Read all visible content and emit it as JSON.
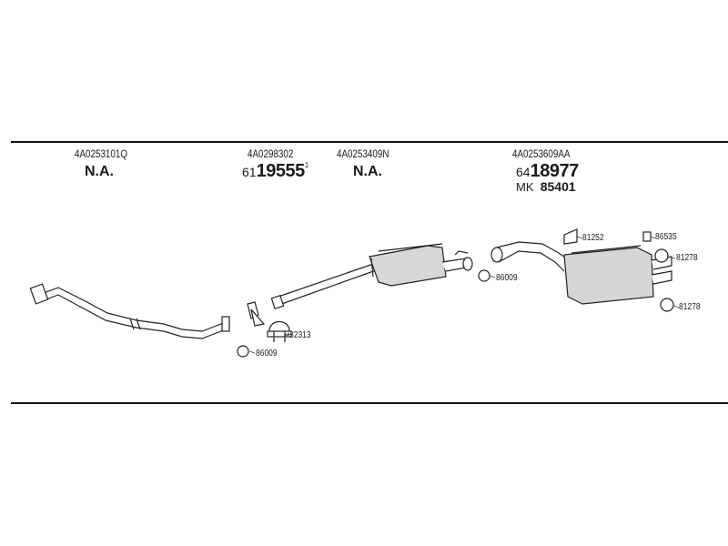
{
  "columns": [
    {
      "part_no": "4A0253101Q",
      "status": "N.A."
    },
    {
      "part_no": "4A0298302",
      "ref_prefix": "61",
      "ref_main": "19555",
      "ref_sup": "1"
    },
    {
      "part_no": "4A0253409N",
      "status": "N.A."
    },
    {
      "part_no": "4A0253609AA",
      "ref_prefix": "64",
      "ref_main": "18977",
      "mk_label": "MK",
      "mk_value": "85401"
    }
  ],
  "callouts": {
    "clamp": "82313",
    "ring_left": "86009",
    "ring_mid": "86009",
    "hanger_top": "81252",
    "bracket": "86535",
    "ring_right_top": "81278",
    "ring_right_bottom": "81278"
  },
  "colors": {
    "line": "#111111",
    "part_stroke": "#222222",
    "part_fill": "#d6d6d6"
  }
}
